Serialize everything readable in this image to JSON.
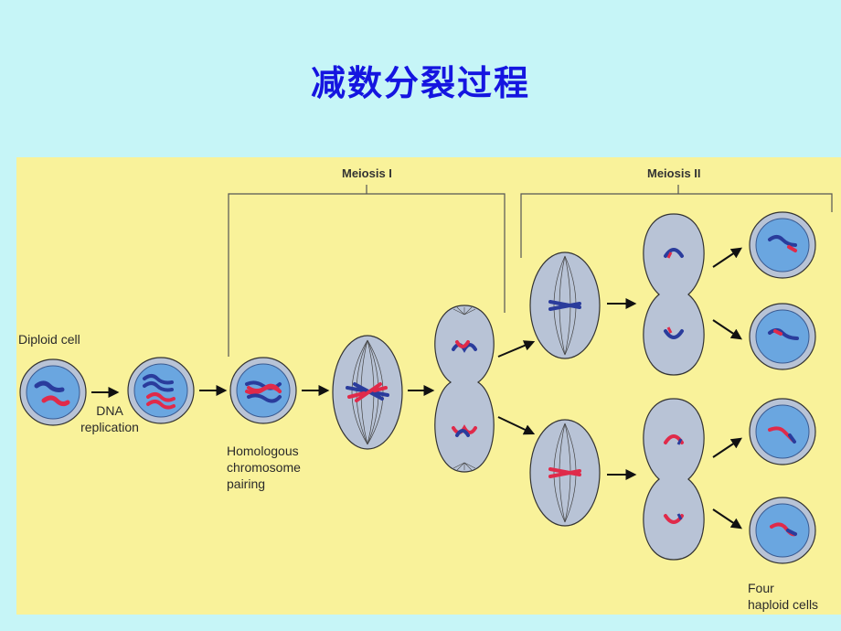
{
  "title": "减数分裂过程",
  "figure": {
    "phases": {
      "meiosis_1": "Meiosis I",
      "meiosis_2": "Meiosis II"
    },
    "labels": {
      "diploid": "Diploid cell",
      "dna_replication_1": "DNA",
      "dna_replication_2": "replication",
      "pairing_1": "Homologous",
      "pairing_2": "chromosome",
      "pairing_3": "pairing",
      "four_haploid_1": "Four",
      "four_haploid_2": "haploid cells"
    },
    "colors": {
      "background": "#c6f5f7",
      "title": "#1515e0",
      "panel": "#f9f29a",
      "cell_fill": "#b8c3d6",
      "nucleus_fill": "#6aa6e0",
      "chromosome_blue": "#2a3c9c",
      "chromosome_red": "#e02a4a"
    }
  }
}
